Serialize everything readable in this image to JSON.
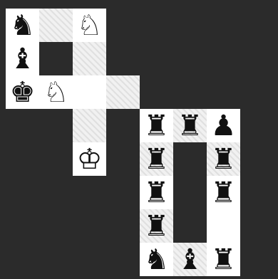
{
  "board": {
    "squares": [
      {
        "id": "a1",
        "col": 0,
        "row": 0,
        "shade": "light",
        "piece": "♞",
        "piece_name": "black-knight-icon"
      },
      {
        "id": "a2",
        "col": 1,
        "row": 0,
        "shade": "hatch",
        "piece": "",
        "piece_name": ""
      },
      {
        "id": "a3",
        "col": 2,
        "row": 0,
        "shade": "light",
        "piece": "♘",
        "piece_name": "white-knight-icon"
      },
      {
        "id": "b1",
        "col": 0,
        "row": 1,
        "shade": "light",
        "piece": "♝",
        "piece_name": "black-bishop-icon"
      },
      {
        "id": "b3",
        "col": 2,
        "row": 1,
        "shade": "hatch",
        "piece": "",
        "piece_name": ""
      },
      {
        "id": "c1",
        "col": 0,
        "row": 2,
        "shade": "light",
        "piece": "♚",
        "piece_name": "black-king-icon"
      },
      {
        "id": "c2",
        "col": 1,
        "row": 2,
        "shade": "light",
        "piece": "♘",
        "piece_name": "white-knight-icon"
      },
      {
        "id": "c3",
        "col": 2,
        "row": 2,
        "shade": "light",
        "piece": "",
        "piece_name": ""
      },
      {
        "id": "c4",
        "col": 3,
        "row": 2,
        "shade": "hatch",
        "piece": "",
        "piece_name": ""
      },
      {
        "id": "d3",
        "col": 2,
        "row": 3,
        "shade": "hatch",
        "piece": "",
        "piece_name": ""
      },
      {
        "id": "d5",
        "col": 4,
        "row": 3,
        "shade": "light",
        "piece": "♜",
        "piece_name": "black-rook-icon"
      },
      {
        "id": "d6",
        "col": 5,
        "row": 3,
        "shade": "hatch",
        "piece": "♜",
        "piece_name": "black-rook-icon"
      },
      {
        "id": "d7",
        "col": 6,
        "row": 3,
        "shade": "light",
        "piece": "♟",
        "piece_name": "black-pawn-icon"
      },
      {
        "id": "e3",
        "col": 2,
        "row": 4,
        "shade": "light",
        "piece": "♔",
        "piece_name": "white-king-icon"
      },
      {
        "id": "e5",
        "col": 4,
        "row": 4,
        "shade": "hatch",
        "piece": "♜",
        "piece_name": "black-rook-icon"
      },
      {
        "id": "e7",
        "col": 6,
        "row": 4,
        "shade": "hatch",
        "piece": "♜",
        "piece_name": "black-rook-icon"
      },
      {
        "id": "f5",
        "col": 4,
        "row": 5,
        "shade": "light",
        "piece": "♜",
        "piece_name": "black-rook-icon"
      },
      {
        "id": "f7",
        "col": 6,
        "row": 5,
        "shade": "light",
        "piece": "♜",
        "piece_name": "black-rook-icon"
      },
      {
        "id": "g5",
        "col": 4,
        "row": 6,
        "shade": "hatch",
        "piece": "♜",
        "piece_name": "black-rook-icon"
      },
      {
        "id": "g7",
        "col": 6,
        "row": 6,
        "shade": "light",
        "piece": "",
        "piece_name": ""
      },
      {
        "id": "h5",
        "col": 4,
        "row": 7,
        "shade": "light",
        "piece": "♞",
        "piece_name": "black-knight-icon"
      },
      {
        "id": "h6",
        "col": 5,
        "row": 7,
        "shade": "hatch",
        "piece": "♝",
        "piece_name": "black-bishop-icon"
      },
      {
        "id": "h7",
        "col": 6,
        "row": 7,
        "shade": "light",
        "piece": "♜",
        "piece_name": "black-rook-icon"
      }
    ]
  }
}
